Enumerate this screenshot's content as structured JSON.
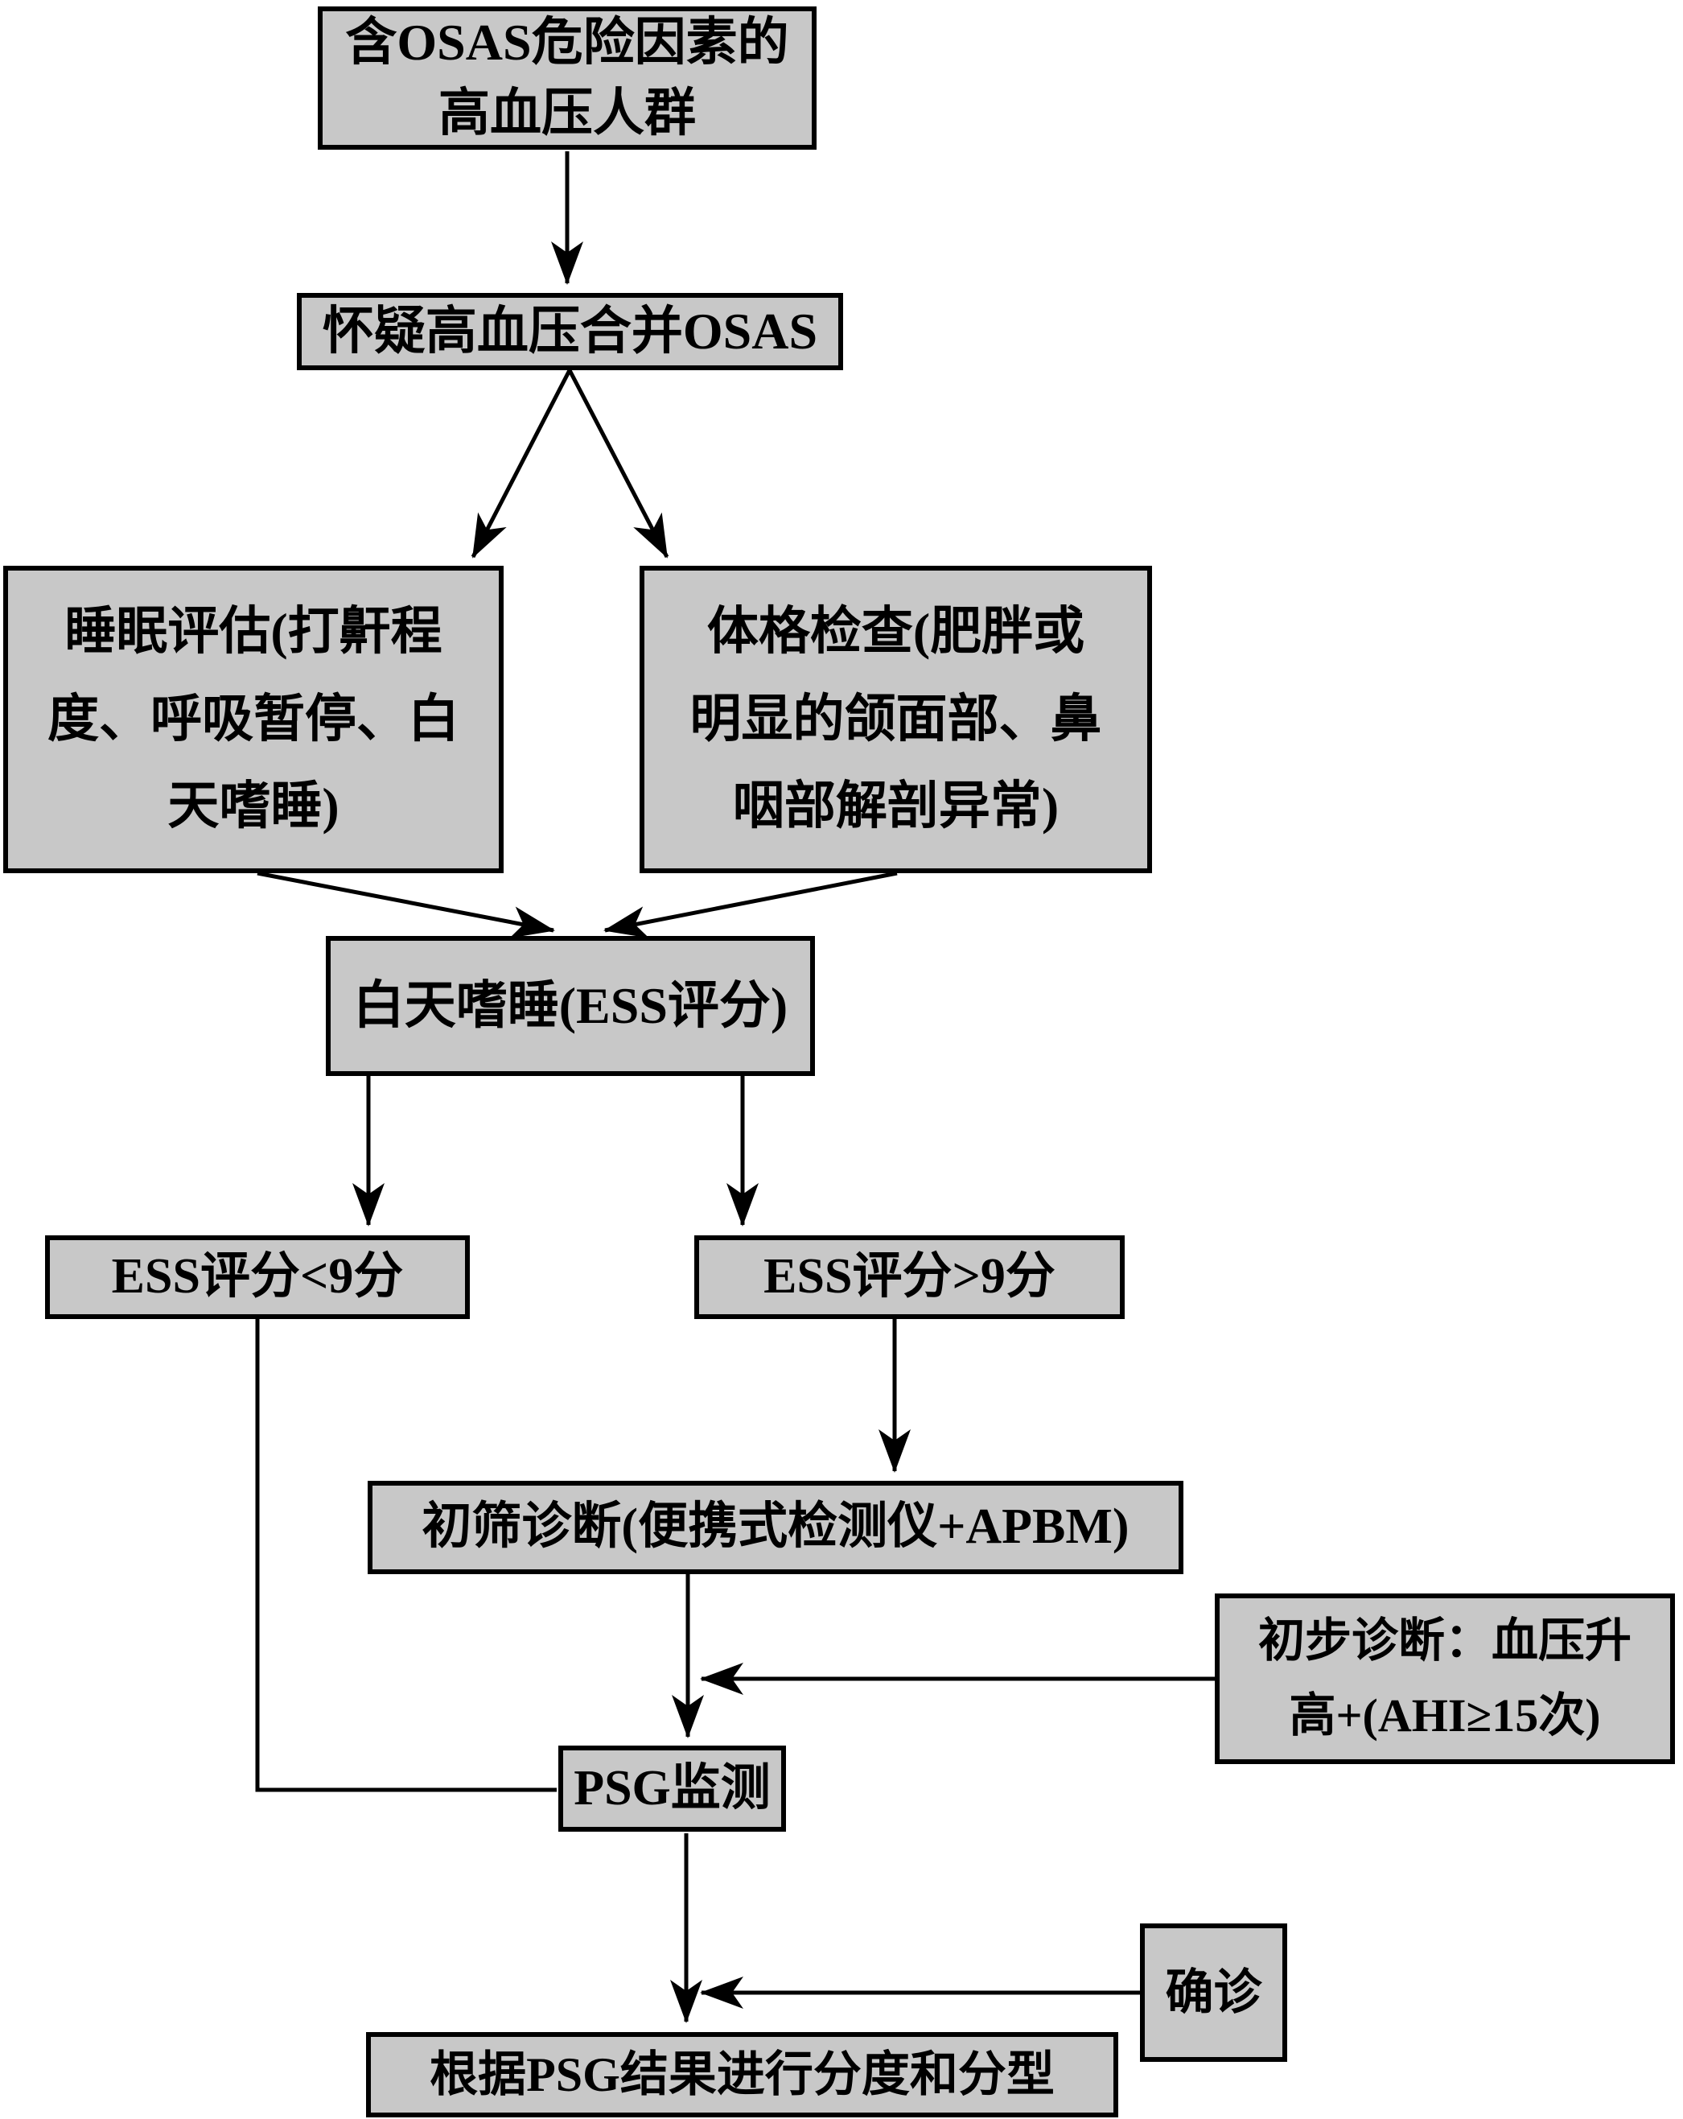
{
  "figure": {
    "type": "flowchart",
    "background_color": "#ffffff",
    "box_fill_color": "#c8c8c8",
    "box_border_color": "#000000",
    "text_color": "#000000",
    "arrow_color": "#000000"
  },
  "nodes": {
    "population": {
      "lines": [
        "含OSAS危险因素的",
        "高血压人群"
      ]
    },
    "suspect": {
      "label": "怀疑高血压合并OSAS"
    },
    "sleep_eval": {
      "lines": [
        "睡眠评估(打鼾程",
        "度、呼吸暂停、白",
        "天嗜睡)"
      ]
    },
    "physical": {
      "lines": [
        "体格检查(肥胖或",
        "明显的颌面部、鼻",
        "咽部解剖异常)"
      ]
    },
    "ess": {
      "label": "白天嗜睡(ESS评分)"
    },
    "ess_lt9": {
      "label": "ESS评分<9分"
    },
    "ess_gt9": {
      "label": "ESS评分>9分"
    },
    "screening": {
      "label": "初筛诊断(便携式检测仪+APBM)"
    },
    "preliminary": {
      "lines": [
        "初步诊断：血压升",
        "高+(AHI≥15次)"
      ]
    },
    "psg": {
      "label": "PSG监测"
    },
    "confirm": {
      "label": "确诊"
    },
    "final": {
      "label": "根据PSG结果进行分度和分型"
    }
  }
}
